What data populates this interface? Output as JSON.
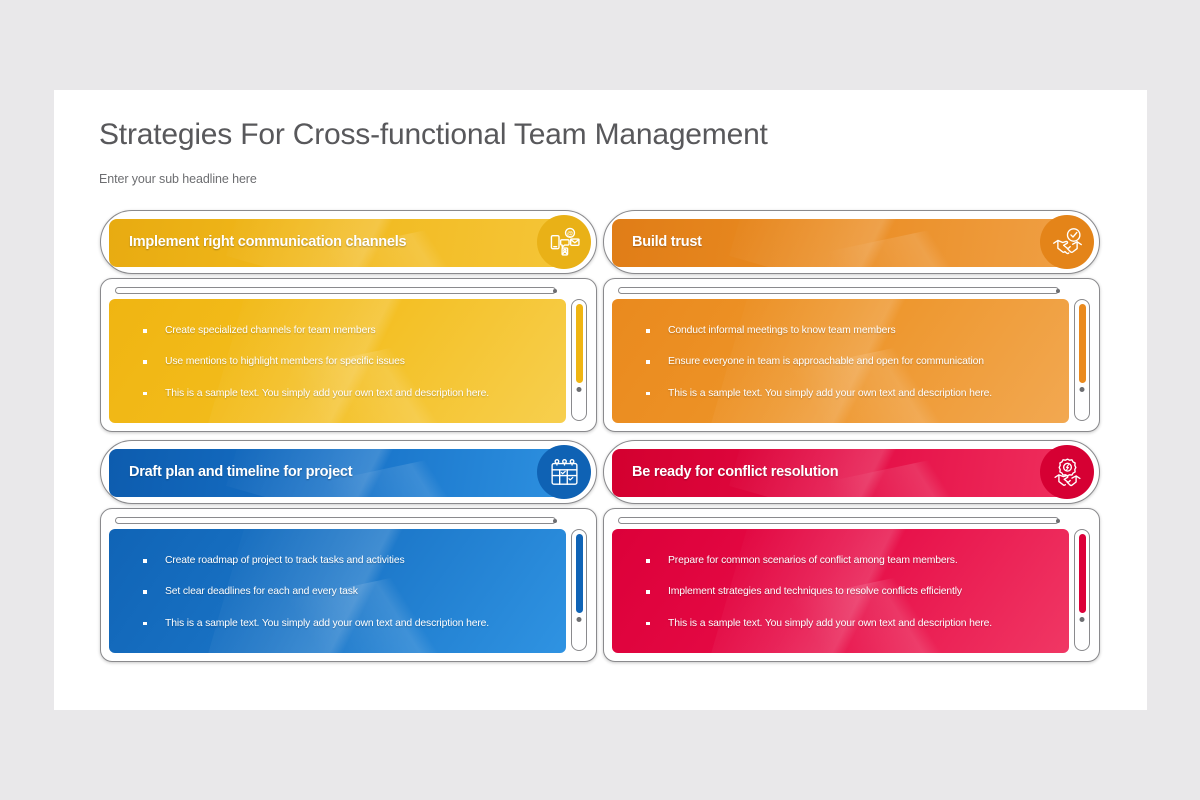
{
  "slide": {
    "title": "Strategies For Cross-functional Team Management",
    "subtitle": "Enter your sub headline here"
  },
  "cards": [
    {
      "id": "implement-right-communication-channels",
      "heading": "Implement right communication channels",
      "icon": "communication-channels-icon",
      "color": "#f0b512",
      "bullets": [
        "Create specialized channels for team members",
        "Use mentions to highlight members for specific issues",
        "This is a sample text. You simply add your own text and description here."
      ]
    },
    {
      "id": "build-trust",
      "heading": "Build trust",
      "icon": "handshake-check-icon",
      "color": "#ea8a1e",
      "bullets": [
        "Conduct informal meetings to know team members",
        "Ensure everyone in team is approachable and open for communication",
        "This is a sample text. You simply add your own text and description here."
      ]
    },
    {
      "id": "draft-plan-and-timeline-for-project",
      "heading": "Draft plan and timeline for project",
      "icon": "calendar-icon",
      "color": "#1064b6",
      "bullets": [
        "Create roadmap of project to track tasks and activities",
        "Set clear deadlines for each and every task",
        "This is a sample text. You simply add your own text and description here."
      ]
    },
    {
      "id": "be-ready-for-conflict-resolution",
      "heading": "Be ready for conflict resolution",
      "icon": "conflict-resolution-icon",
      "color": "#dc0039",
      "bullets": [
        "Prepare for common scenarios of conflict among team members.",
        "Implement strategies and techniques to resolve conflicts efficiently",
        "This is a sample text. You simply add your own text and description here."
      ]
    }
  ]
}
